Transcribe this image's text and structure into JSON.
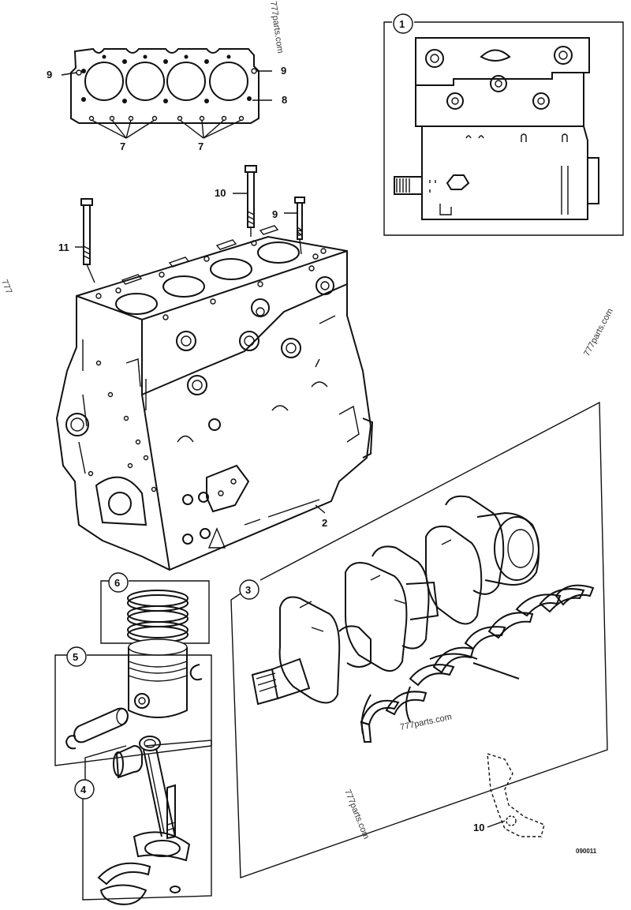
{
  "callouts": {
    "c1": "1",
    "c2": "2",
    "c3": "3",
    "c4": "4",
    "c5": "5",
    "c6": "6",
    "c7a": "7",
    "c7b": "7",
    "c8": "8",
    "c9a": "9",
    "c9b": "9",
    "c9c": "9",
    "c10a": "10",
    "c10b": "10",
    "c11": "11"
  },
  "watermarks": {
    "top": "777parts.com",
    "right": "777parts.com",
    "bottom": "777parts.com",
    "middle": "777parts.com",
    "edge": "777"
  },
  "drawing_code": "090011"
}
